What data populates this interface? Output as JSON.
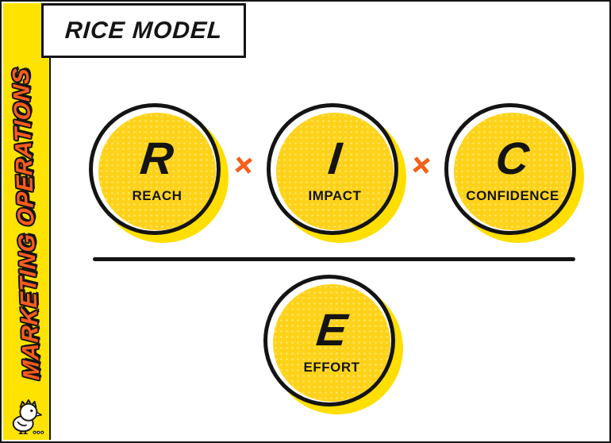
{
  "header": {
    "title": "RICE MODEL"
  },
  "sidebar": {
    "label": "MARKETING OPERATIONS",
    "bg_color": "#FFE300",
    "text_color": "#FF5C1F",
    "mascot": "chick-mascot-icon"
  },
  "formula": {
    "multiply_symbol": "✕",
    "numerator": [
      {
        "letter": "R",
        "label": "REACH"
      },
      {
        "letter": "I",
        "label": "IMPACT"
      },
      {
        "letter": "C",
        "label": "CONFIDENCE"
      }
    ],
    "denominator": [
      {
        "letter": "E",
        "label": "EFFORT"
      }
    ],
    "colors": {
      "bubble_fill": "#FFD21A",
      "bubble_dot": "#FFE45E",
      "bubble_shadow": "#FFDE00",
      "outline": "#141414",
      "accent_orange": "#F4611D"
    }
  }
}
